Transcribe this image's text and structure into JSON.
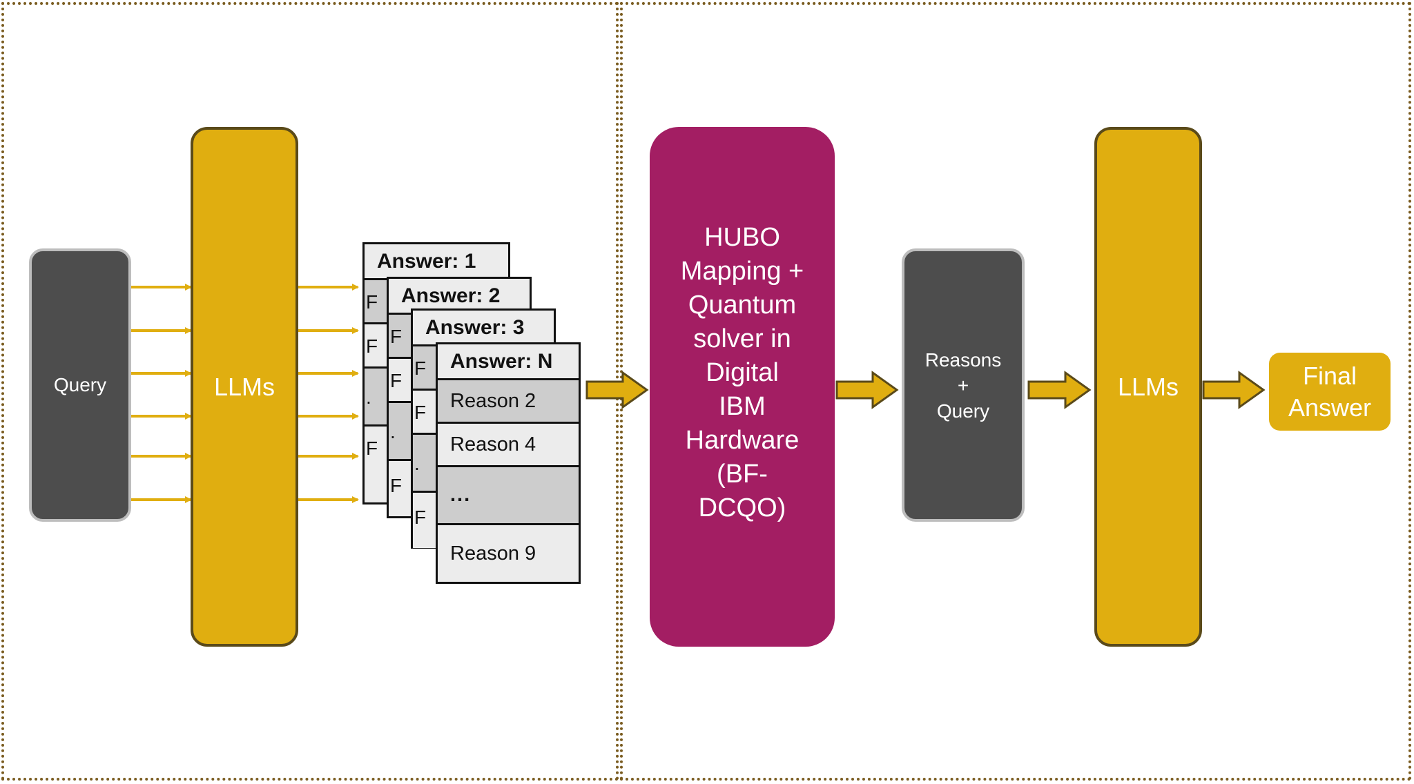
{
  "diagram": {
    "query_label": "Query",
    "llm_left_label": "LLMs",
    "cards": [
      {
        "header": "Answer: 1"
      },
      {
        "header": "Answer: 2"
      },
      {
        "header": "Answer: 3"
      },
      {
        "header": "Answer: N",
        "rows": [
          "Reason 2",
          "Reason 4",
          "...",
          "Reason 9"
        ]
      }
    ],
    "partial_row_char": "F",
    "partial_ellipsis": ".",
    "hubo_lines": [
      "HUBO",
      "Mapping +",
      "Quantum",
      "solver in",
      "Digital",
      "IBM",
      "Hardware",
      "(BF-",
      "DCQO)"
    ],
    "reasons_box": {
      "line1": "Reasons",
      "line2": "+",
      "line3": "Query"
    },
    "llm_right_label": "LLMs",
    "final_answer": {
      "line1": "Final",
      "line2": "Answer"
    }
  },
  "colors": {
    "llm_gold": "#e0ae10",
    "hubo_magenta": "#a31e63",
    "dark_gray": "#4d4d4d",
    "panel_border": "#7a5c20"
  }
}
